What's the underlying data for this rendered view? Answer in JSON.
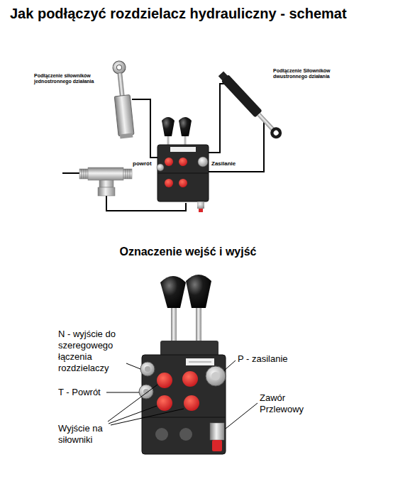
{
  "diagram": {
    "title": "Jak podłączyć rozdzielacz hydrauliczny - schemat",
    "labels": [
      "Podłączenie siłowników jednostronnego działania",
      "Podłączenie Siłowników dwustronnego działania",
      "powrót",
      "Zasilanie",
      "Oznaczenie wejść i wyjść",
      "N - wyjście do szeregowego łączenia rozdzielaczy",
      "T - Powrót",
      "Wyjście na siłowniki",
      "P - zasilanie",
      "Zawór Przlewowy"
    ]
  }
}
